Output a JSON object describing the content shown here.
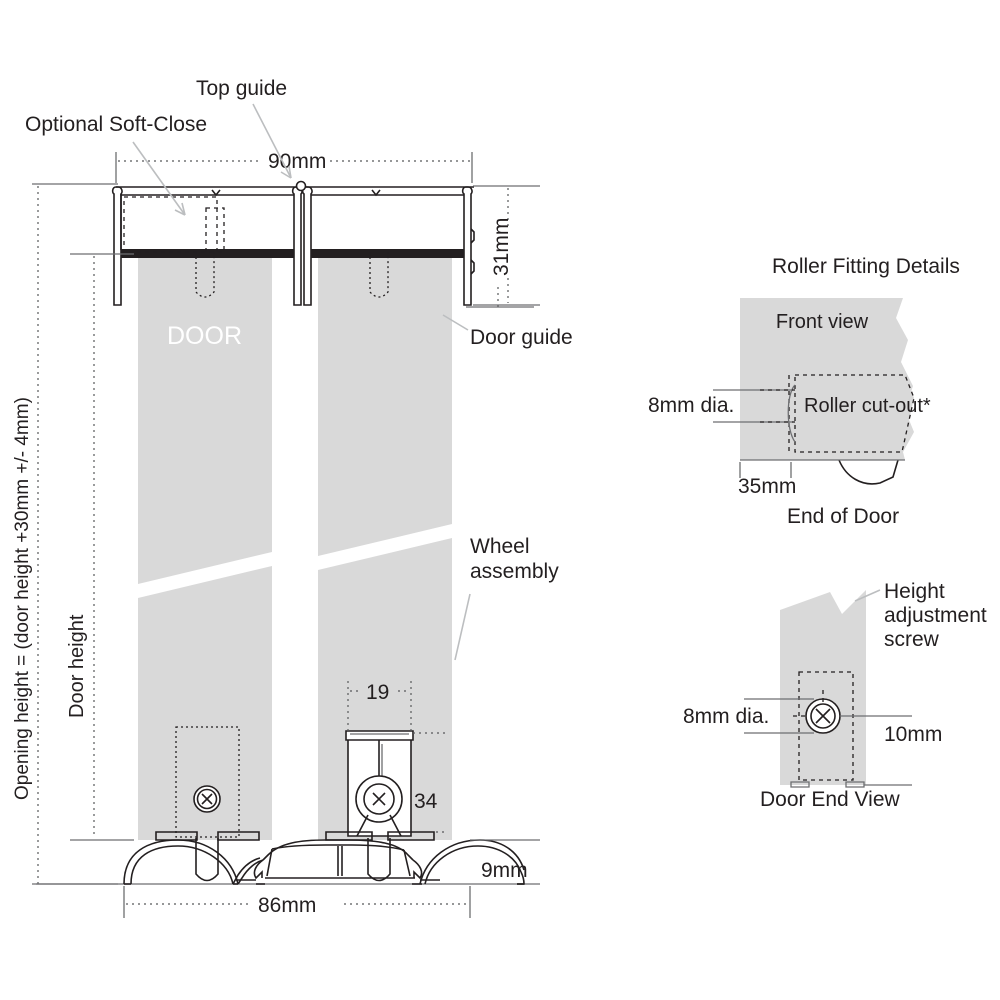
{
  "diagram": {
    "title": "Sliding door track and roller installation detail drawing",
    "main_view": {
      "labels": {
        "top_guide": "Top guide",
        "optional_soft_close": "Optional Soft-Close",
        "door_guide": "Door guide",
        "wheel_assembly_line1": "Wheel",
        "wheel_assembly_line2": "assembly",
        "door_panel": "DOOR"
      },
      "dimensions": {
        "track_width": "90mm",
        "track_height": "31mm",
        "opening_height": "Opening height = (door height +30mm +/- 4mm)",
        "door_height": "Door height",
        "carriage_width": "19",
        "carriage_height": "34",
        "floor_track_height": "9mm",
        "floor_track_width": "86mm"
      }
    },
    "roller_fitting": {
      "heading": "Roller Fitting Details",
      "front_view_label": "Front view",
      "cutout_label": "Roller cut-out*",
      "dia_label": "8mm dia.",
      "offset_label": "35mm",
      "caption": "End of Door"
    },
    "door_end_view": {
      "screw_label_line1": "Height",
      "screw_label_line2": "adjustment",
      "screw_label_line3": "screw",
      "dia_label": "8mm dia.",
      "offset_label": "10mm",
      "caption": "Door End View"
    },
    "colors": {
      "ink": "#231f20",
      "panel_gray": "#d9d9d9",
      "leader_gray": "#bcbec0",
      "thin_gray": "#6d6e71"
    }
  }
}
